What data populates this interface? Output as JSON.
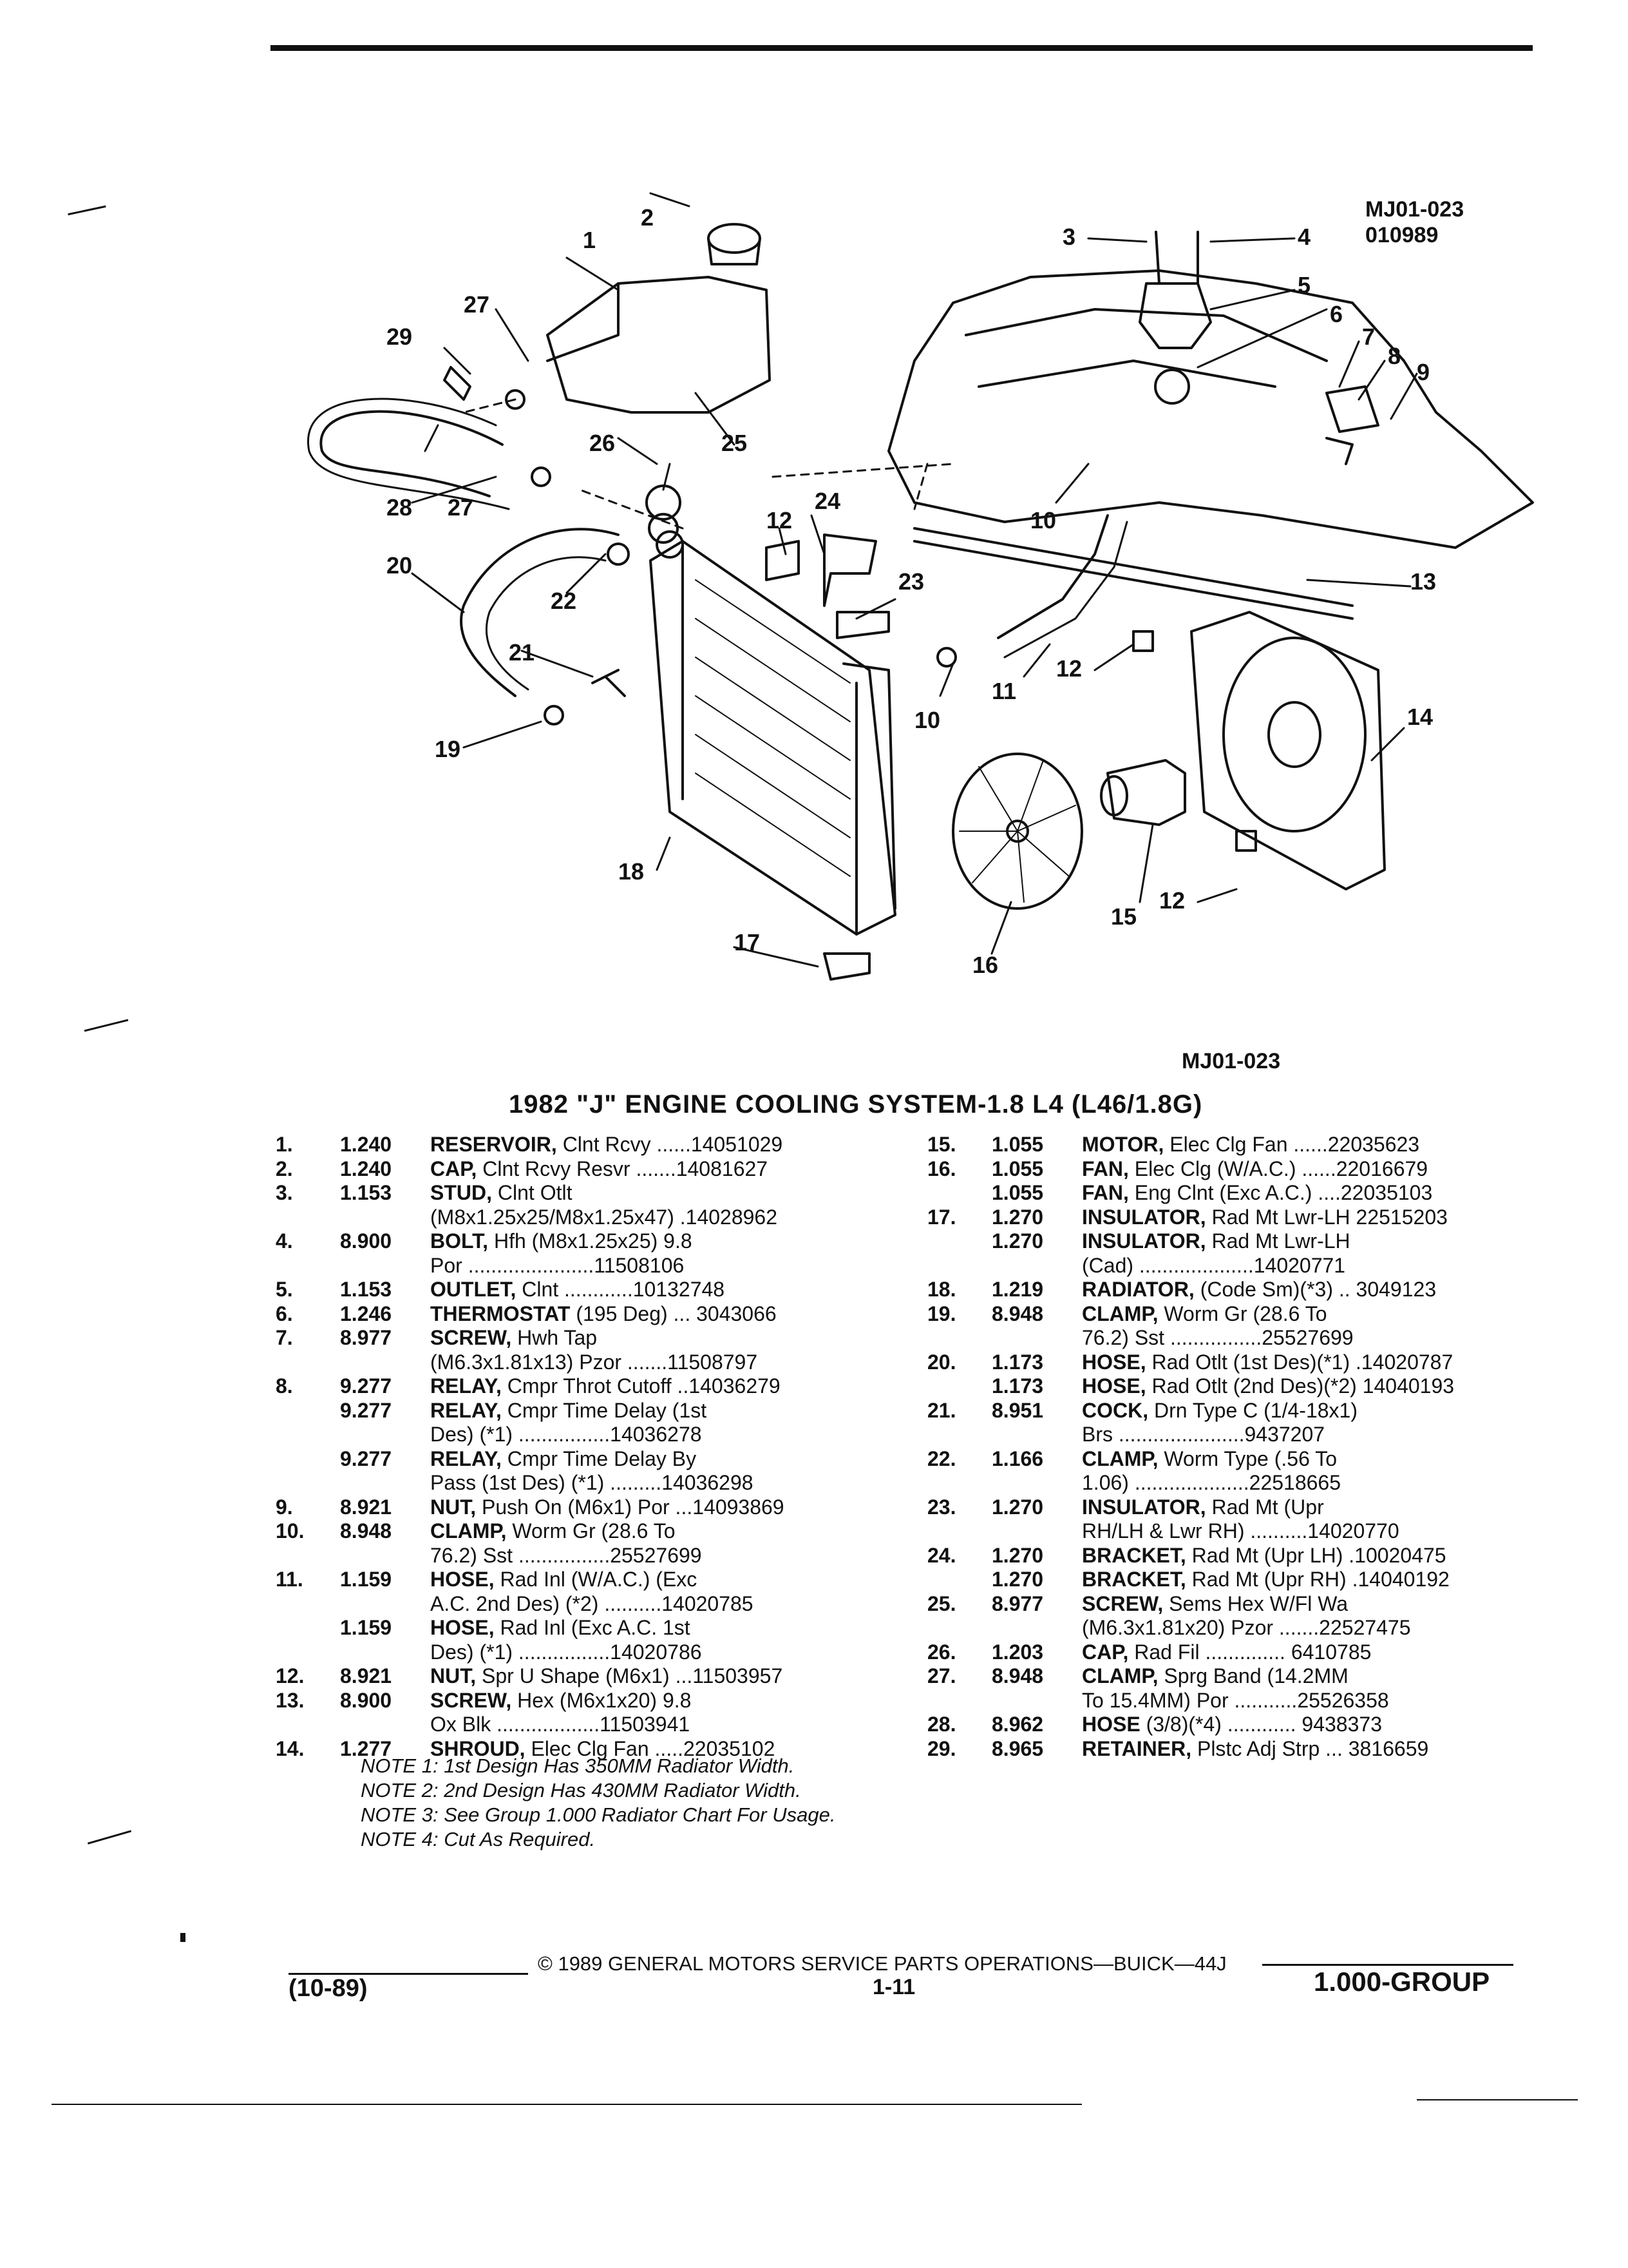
{
  "figure_id": [
    "MJ01-023",
    "010989"
  ],
  "diagram_callouts": [
    "1",
    "2",
    "3",
    "4",
    "5",
    "6",
    "7",
    "8",
    "9",
    "10",
    "10",
    "11",
    "12",
    "12",
    "12",
    "13",
    "14",
    "15",
    "16",
    "17",
    "18",
    "19",
    "20",
    "21",
    "22",
    "23",
    "24",
    "25",
    "26",
    "27",
    "27",
    "28",
    "29"
  ],
  "figure_caption": "MJ01-023",
  "title": "1982 \"J\" ENGINE COOLING SYSTEM-1.8 L4 (L46/1.8G)",
  "parts_left": [
    {
      "num": "1.",
      "group": "1.240",
      "name": "RESERVOIR,",
      "desc": " Clnt Rcvy ......14051029"
    },
    {
      "num": "2.",
      "group": "1.240",
      "name": "CAP,",
      "desc": " Clnt Rcvy Resvr .......14081627"
    },
    {
      "num": "3.",
      "group": "1.153",
      "name": "STUD,",
      "desc": " Clnt Otlt"
    },
    {
      "num": "",
      "group": "",
      "name": "",
      "desc": "(M8x1.25x25/M8x1.25x47) .14028962"
    },
    {
      "num": "4.",
      "group": "8.900",
      "name": "BOLT,",
      "desc": " Hfh (M8x1.25x25) 9.8"
    },
    {
      "num": "",
      "group": "",
      "name": "",
      "desc": "Por ......................11508106"
    },
    {
      "num": "5.",
      "group": "1.153",
      "name": "OUTLET,",
      "desc": " Clnt ............10132748"
    },
    {
      "num": "6.",
      "group": "1.246",
      "name": "THERMOSTAT",
      "desc": " (195 Deg) ... 3043066"
    },
    {
      "num": "7.",
      "group": "8.977",
      "name": "SCREW,",
      "desc": " Hwh Tap"
    },
    {
      "num": "",
      "group": "",
      "name": "",
      "desc": "(M6.3x1.81x13) Pzor .......11508797"
    },
    {
      "num": "8.",
      "group": "9.277",
      "name": "RELAY,",
      "desc": " Cmpr Throt Cutoff ..14036279"
    },
    {
      "num": "",
      "group": "9.277",
      "name": "RELAY,",
      "desc": " Cmpr Time Delay (1st"
    },
    {
      "num": "",
      "group": "",
      "name": "",
      "desc": "Des) (*1) ................14036278"
    },
    {
      "num": "",
      "group": "9.277",
      "name": "RELAY,",
      "desc": " Cmpr Time Delay By"
    },
    {
      "num": "",
      "group": "",
      "name": "",
      "desc": "Pass (1st Des) (*1) .........14036298"
    },
    {
      "num": "9.",
      "group": "8.921",
      "name": "NUT,",
      "desc": " Push On (M6x1) Por ...14093869"
    },
    {
      "num": "10.",
      "group": "8.948",
      "name": "CLAMP,",
      "desc": " Worm Gr (28.6 To"
    },
    {
      "num": "",
      "group": "",
      "name": "",
      "desc": "76.2) Sst ................25527699"
    },
    {
      "num": "11.",
      "group": "1.159",
      "name": "HOSE,",
      "desc": " Rad Inl (W/A.C.) (Exc"
    },
    {
      "num": "",
      "group": "",
      "name": "",
      "desc": "A.C. 2nd Des) (*2) ..........14020785"
    },
    {
      "num": "",
      "group": "1.159",
      "name": "HOSE,",
      "desc": " Rad Inl (Exc A.C. 1st"
    },
    {
      "num": "",
      "group": "",
      "name": "",
      "desc": "Des) (*1) ................14020786"
    },
    {
      "num": "12.",
      "group": "8.921",
      "name": "NUT,",
      "desc": " Spr U Shape (M6x1) ...11503957"
    },
    {
      "num": "13.",
      "group": "8.900",
      "name": "SCREW,",
      "desc": " Hex (M6x1x20) 9.8"
    },
    {
      "num": "",
      "group": "",
      "name": "",
      "desc": "Ox Blk ..................11503941"
    },
    {
      "num": "14.",
      "group": "1.277",
      "name": "SHROUD,",
      "desc": " Elec Clg Fan .....22035102"
    }
  ],
  "parts_right": [
    {
      "num": "15.",
      "group": "1.055",
      "name": "MOTOR,",
      "desc": " Elec Clg Fan ......22035623"
    },
    {
      "num": "16.",
      "group": "1.055",
      "name": "FAN,",
      "desc": " Elec Clg (W/A.C.) ......22016679"
    },
    {
      "num": "",
      "group": "1.055",
      "name": "FAN,",
      "desc": " Eng Clnt (Exc A.C.) ....22035103"
    },
    {
      "num": "17.",
      "group": "1.270",
      "name": "INSULATOR,",
      "desc": " Rad Mt Lwr-LH 22515203"
    },
    {
      "num": "",
      "group": "1.270",
      "name": "INSULATOR,",
      "desc": " Rad Mt Lwr-LH"
    },
    {
      "num": "",
      "group": "",
      "name": "",
      "desc": "(Cad) ....................14020771"
    },
    {
      "num": "18.",
      "group": "1.219",
      "name": "RADIATOR,",
      "desc": " (Code Sm)(*3) .. 3049123"
    },
    {
      "num": "19.",
      "group": "8.948",
      "name": "CLAMP,",
      "desc": " Worm Gr (28.6 To"
    },
    {
      "num": "",
      "group": "",
      "name": "",
      "desc": "76.2) Sst ................25527699"
    },
    {
      "num": "20.",
      "group": "1.173",
      "name": "HOSE,",
      "desc": " Rad Otlt (1st Des)(*1) .14020787"
    },
    {
      "num": "",
      "group": "1.173",
      "name": "HOSE,",
      "desc": " Rad Otlt (2nd Des)(*2) 14040193"
    },
    {
      "num": "21.",
      "group": "8.951",
      "name": "COCK,",
      "desc": " Drn Type C (1/4-18x1)"
    },
    {
      "num": "",
      "group": "",
      "name": "",
      "desc": "Brs ......................9437207"
    },
    {
      "num": "22.",
      "group": "1.166",
      "name": "CLAMP,",
      "desc": " Worm Type (.56 To"
    },
    {
      "num": "",
      "group": "",
      "name": "",
      "desc": "1.06) ....................22518665"
    },
    {
      "num": "23.",
      "group": "1.270",
      "name": "INSULATOR,",
      "desc": " Rad Mt (Upr"
    },
    {
      "num": "",
      "group": "",
      "name": "",
      "desc": "RH/LH & Lwr RH) ..........14020770"
    },
    {
      "num": "24.",
      "group": "1.270",
      "name": "BRACKET,",
      "desc": " Rad Mt (Upr LH) .10020475"
    },
    {
      "num": "",
      "group": "1.270",
      "name": "BRACKET,",
      "desc": " Rad Mt (Upr RH) .14040192"
    },
    {
      "num": "25.",
      "group": "8.977",
      "name": "SCREW,",
      "desc": " Sems Hex W/Fl Wa"
    },
    {
      "num": "",
      "group": "",
      "name": "",
      "desc": "(M6.3x1.81x20) Pzor .......22527475"
    },
    {
      "num": "26.",
      "group": "1.203",
      "name": "CAP,",
      "desc": " Rad Fil .............. 6410785"
    },
    {
      "num": "27.",
      "group": "8.948",
      "name": "CLAMP,",
      "desc": " Sprg Band (14.2MM"
    },
    {
      "num": "",
      "group": "",
      "name": "",
      "desc": "To 15.4MM) Por ...........25526358"
    },
    {
      "num": "28.",
      "group": "8.962",
      "name": "HOSE",
      "desc": " (3/8)(*4) ............ 9438373"
    },
    {
      "num": "29.",
      "group": "8.965",
      "name": "RETAINER,",
      "desc": " Plstc Adj Strp ... 3816659"
    }
  ],
  "notes": [
    "NOTE 1: 1st Design Has 350MM Radiator Width.",
    "NOTE 2: 2nd Design Has 430MM Radiator Width.",
    "NOTE 3: See Group 1.000 Radiator Chart For Usage.",
    "NOTE 4: Cut As Required."
  ],
  "footer": {
    "copyright": "© 1989 GENERAL MOTORS SERVICE PARTS OPERATIONS—BUICK—44J",
    "date": "(10-89)",
    "page": "1-11",
    "group": "1.000-GROUP"
  }
}
